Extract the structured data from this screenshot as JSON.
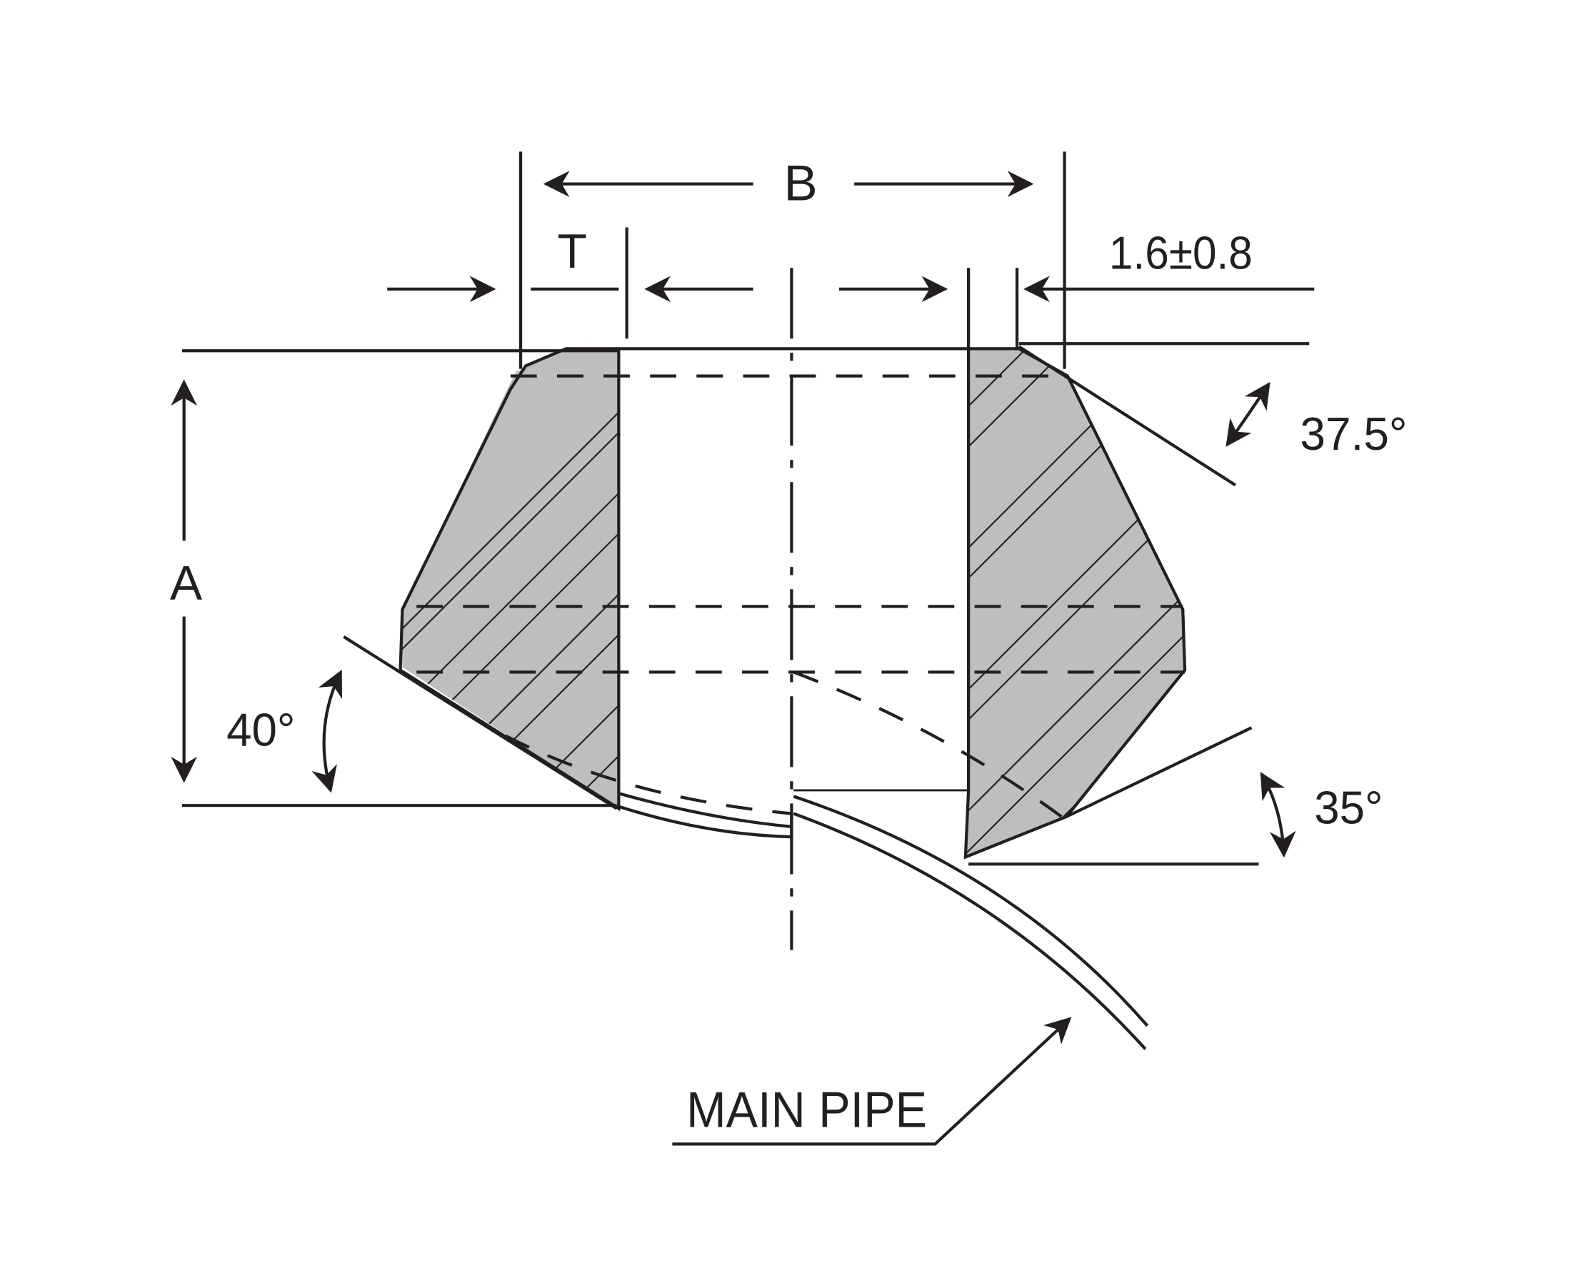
{
  "diagram": {
    "type": "engineering-cross-section",
    "subject": "branch outlet fitting welded onto main pipe",
    "colors": {
      "line": "#231f20",
      "section_fill": "#bcbec0",
      "background": "#ffffff"
    },
    "labels": {
      "dim_B": "B",
      "dim_T": "T",
      "dim_A": "A",
      "dim_gap": "1.6±0.8",
      "angle_top_right": "37.5°",
      "angle_left": "40°",
      "angle_bottom_right": "35°",
      "main_pipe": "MAIN PIPE"
    }
  }
}
